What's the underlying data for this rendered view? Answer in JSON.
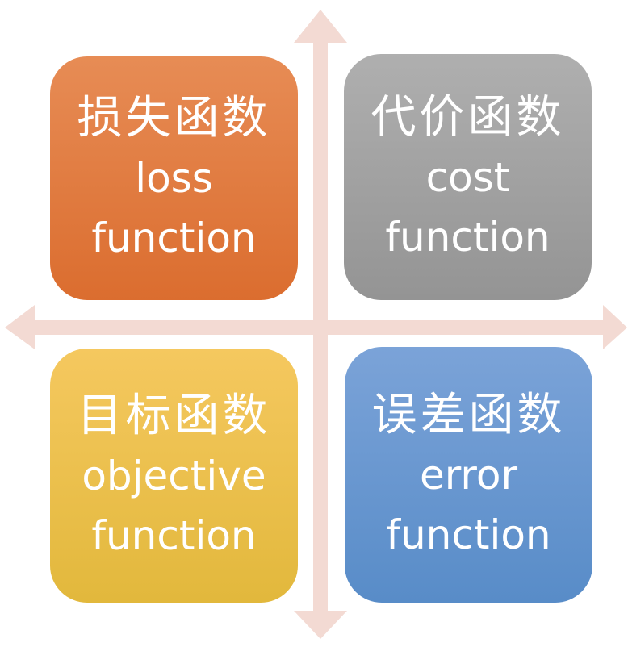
{
  "quadrants": [
    {
      "id": "loss",
      "lines": [
        "损失函数",
        "loss",
        "function"
      ]
    },
    {
      "id": "cost",
      "lines": [
        "代价函数",
        "cost",
        "function"
      ]
    },
    {
      "id": "objective",
      "lines": [
        "目标函数",
        "objective",
        "function"
      ]
    },
    {
      "id": "error",
      "lines": [
        "误差函数",
        "error",
        "function"
      ]
    }
  ],
  "colors": {
    "arrow": "#f3dad3",
    "orange-top": "#e78c55",
    "orange-bottom": "#db6d2f",
    "gray-top": "#afafaf",
    "gray-bottom": "#949494",
    "yellow-top": "#f5c85f",
    "yellow-bottom": "#e2b83c",
    "blue-top": "#7ba3d8",
    "blue-bottom": "#588cc8",
    "text": "#ffffff"
  }
}
